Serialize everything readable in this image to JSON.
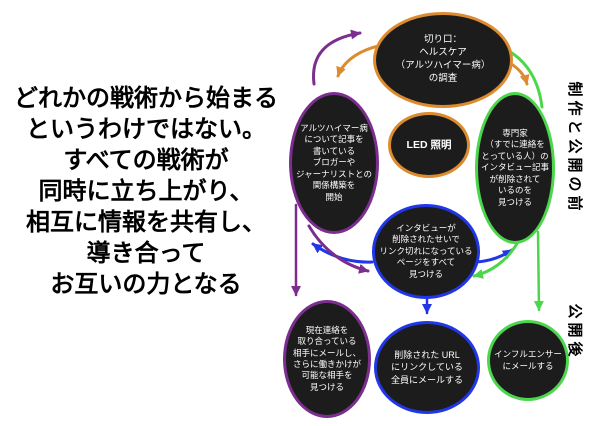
{
  "left_statement": {
    "text": "どれかの戦術から始まる\nというわけではない。\nすべての戦術が\n同時に立ち上がり、\n相互に情報を共有し、\n導き合って\nお互いの力となる"
  },
  "phase_labels": {
    "pre_launch": "制作と公開の前",
    "post_launch": "公開後"
  },
  "nodes": {
    "topic": {
      "text": "切り口：\nヘルスケア\n（アルツハイマー病）\nの調査",
      "border_color": "orange"
    },
    "bloggers": {
      "text": "アルツハイマー病\nについて記事を\n書いている\nブロガーや\nジャーナリストとの\n関係構築を\n開始",
      "border_color": "purple"
    },
    "led": {
      "text": "LED 照明",
      "border_color": "orange"
    },
    "experts": {
      "text": "専門家\n（すでに連絡を\nとっている人）の\nインタビュー記事\nが削除されて\nいるのを\n見つける",
      "border_color": "green"
    },
    "broken_pages": {
      "text": "インタビューが\n削除されたせいで\nリンク切れになっている\nページをすべて\n見つける",
      "border_color": "blue"
    },
    "current_contacts": {
      "text": "現在連絡を\n取り合っている\n相手にメールし、\nさらに働きかけが\n可能な相手を\n見つける",
      "border_color": "purple"
    },
    "linkers": {
      "text": "削除された URL\nにリンクしている\n全員にメールする",
      "border_color": "blue"
    },
    "influencers": {
      "text": "インフルエンサー\nにメールする",
      "border_color": "green"
    }
  },
  "colors": {
    "orange": "#dc8b2f",
    "purple": "#7b2e8e",
    "green": "#4cd64c",
    "blue": "#2136e6",
    "node_fill": "#1c1c1c",
    "node_text": "#ffffff",
    "background": "#ffffff",
    "body_text": "#000000"
  }
}
